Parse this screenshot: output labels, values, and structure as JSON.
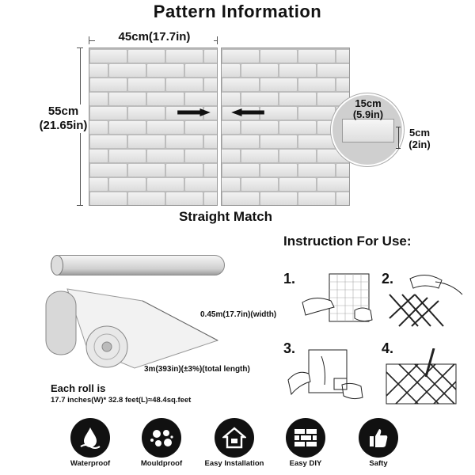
{
  "title": "Pattern Information",
  "dimensions": {
    "width": "45cm(17.7in)",
    "height_cm": "55cm",
    "height_in": "(21.65in)",
    "brick_width_cm": "15cm",
    "brick_width_in": "(5.9in)",
    "brick_height_cm": "5cm",
    "brick_height_in": "(2in)"
  },
  "match_label": "Straight Match",
  "roll": {
    "width_label": "0.45m(17.7in)(width)",
    "length_label": "3m(393in)(±3%)(total length)",
    "each_roll": "Each roll is",
    "each_roll_detail": "17.7 inches(W)* 32.8 feet(L)≈48.4sq.feet"
  },
  "instructions": {
    "title": "Instruction For Use:",
    "steps": [
      "1.",
      "2.",
      "3.",
      "4."
    ]
  },
  "features": [
    {
      "label": "Waterproof",
      "icon": "water-drop-icon"
    },
    {
      "label": "Mouldproof",
      "icon": "mould-spores-icon"
    },
    {
      "label": "Easy Installation",
      "icon": "house-icon"
    },
    {
      "label": "Easy DIY",
      "icon": "brick-wall-icon"
    },
    {
      "label": "Safty",
      "icon": "thumbs-up-icon"
    }
  ]
}
